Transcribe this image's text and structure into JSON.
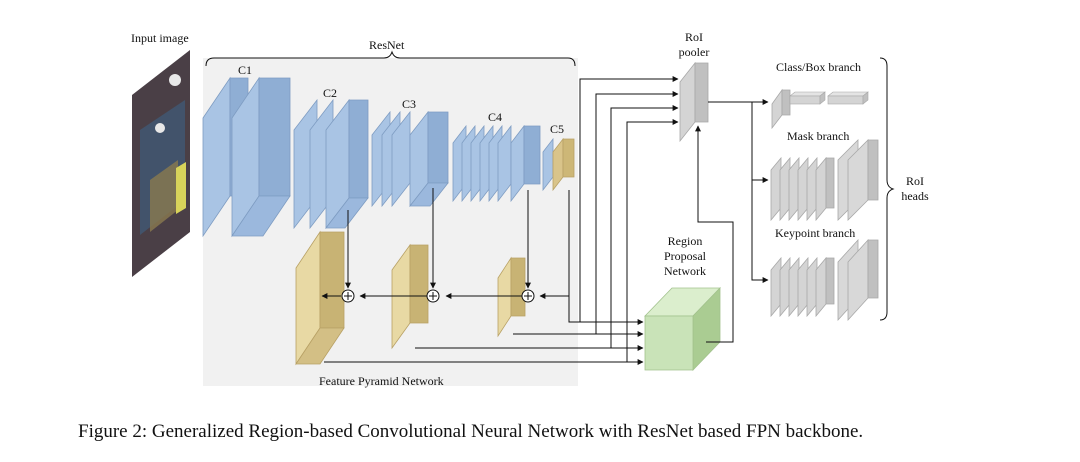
{
  "labels": {
    "input_image": "Input image",
    "resnet": "ResNet",
    "c1": "C1",
    "c2": "C2",
    "c3": "C3",
    "c4": "C4",
    "c5": "C5",
    "fpn": "Feature Pyramid Network",
    "roi_pooler": "RoI pooler",
    "rpn": "Region Proposal Network",
    "class_box_branch": "Class/Box branch",
    "mask_branch": "Mask branch",
    "keypoint_branch": "Keypoint branch",
    "roi_heads": "RoI heads"
  },
  "caption": "Figure 2: Generalized Region-based Convolutional Neural Network with ResNet based FPN backbone.",
  "colors": {
    "resnet_block": "#a9c4e4",
    "fpn_block": "#d9c48a",
    "rpn_block": "#c9e3b8",
    "head_block": "#d4d4d4",
    "resnet_background": "#f1f1f1"
  }
}
